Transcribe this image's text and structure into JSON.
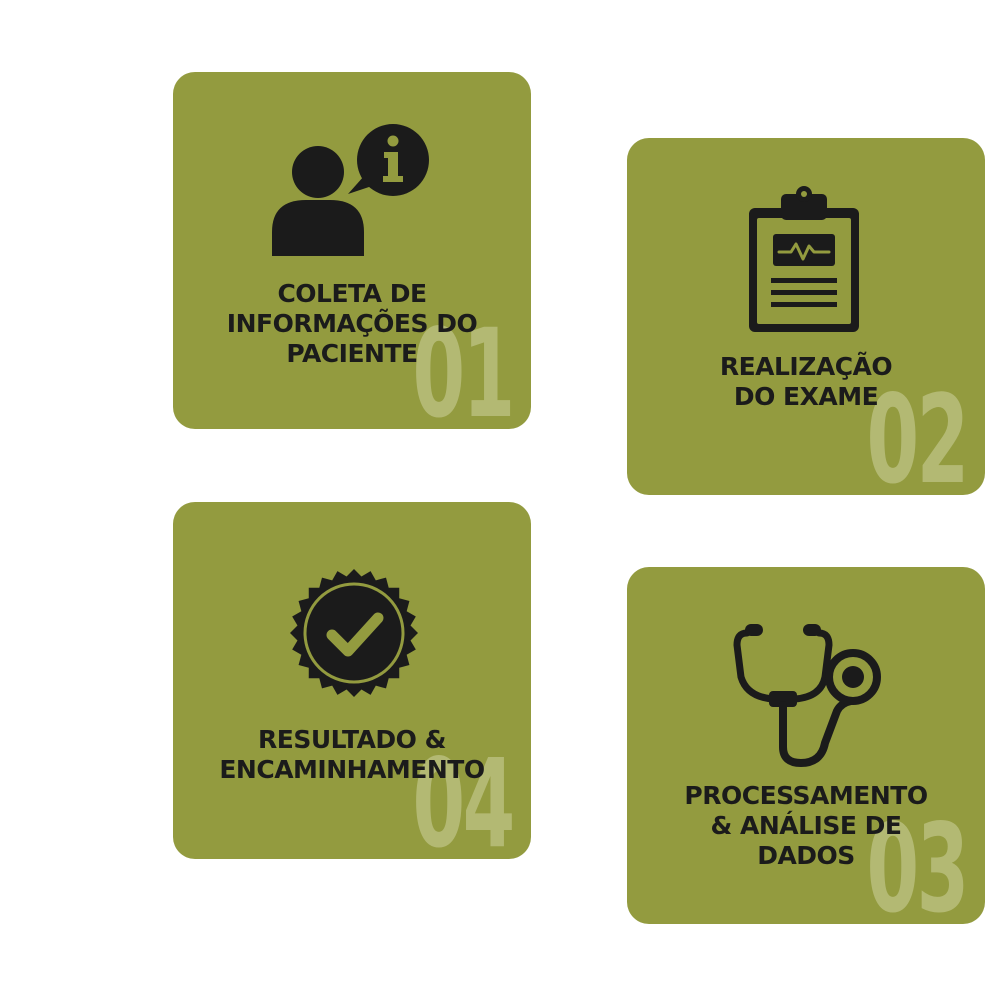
{
  "colors": {
    "card_background": "#939b3f",
    "number_watermark": "#b3b973",
    "text_and_icons": "#1b1b1b"
  },
  "steps": [
    {
      "number": "01",
      "icon": "person-info-icon",
      "label_lines": [
        "COLETA DE",
        "INFORMAÇÕES DO",
        "PACIENTE"
      ]
    },
    {
      "number": "02",
      "icon": "clipboard-heartbeat-icon",
      "label_lines": [
        "REALIZAÇÃO",
        "DO EXAME"
      ]
    },
    {
      "number": "03",
      "icon": "stethoscope-icon",
      "label_lines": [
        "PROCESSAMENTO",
        "& ANÁLISE DE",
        "DADOS"
      ]
    },
    {
      "number": "04",
      "icon": "check-badge-icon",
      "label_lines": [
        "RESULTADO &",
        "ENCAMINHAMENTO"
      ]
    }
  ]
}
